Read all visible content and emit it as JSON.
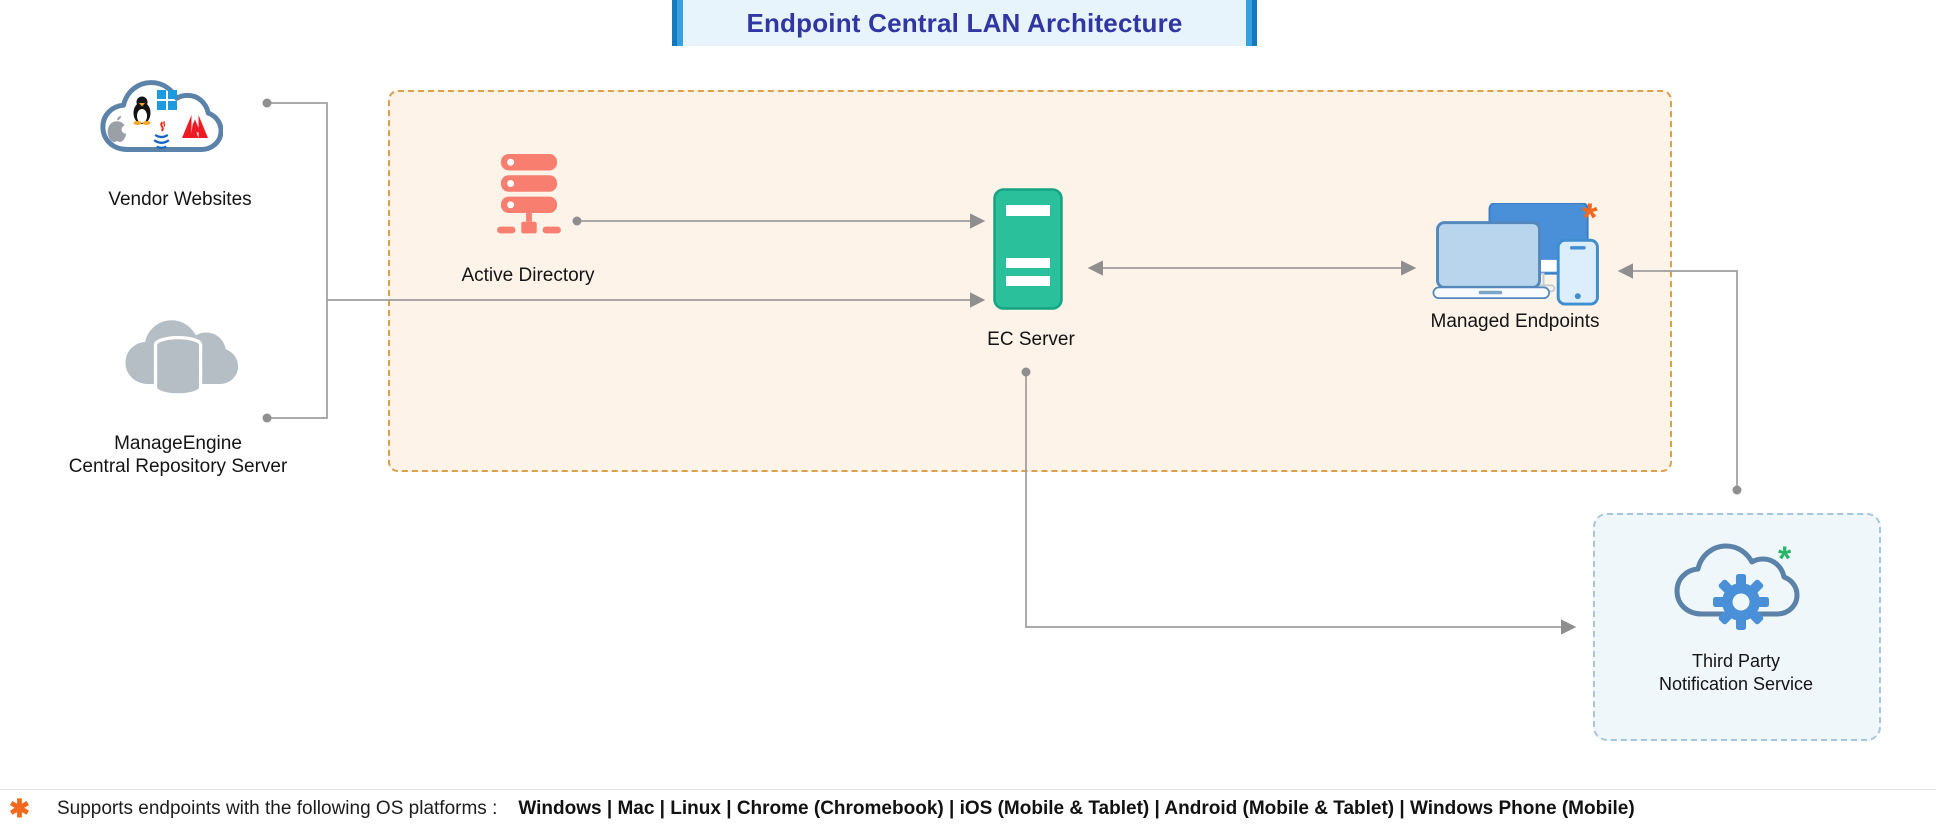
{
  "title": {
    "text": "Endpoint Central LAN Architecture"
  },
  "nodes": {
    "vendor_websites": {
      "label": "Vendor Websites",
      "logos": [
        "apple",
        "linux-tux",
        "windows",
        "java",
        "adobe"
      ]
    },
    "manage_engine_repo": {
      "label_line1": "ManageEngine",
      "label_line2": "Central Repository Server"
    },
    "active_directory": {
      "label": "Active Directory"
    },
    "ec_server": {
      "label": "EC Server"
    },
    "managed_endpoints": {
      "label": "Managed Endpoints",
      "footnote_marker": "*"
    },
    "third_party_notification": {
      "label_line1": "Third Party",
      "label_line2": "Notification Service",
      "footnote_marker": "*"
    }
  },
  "footnote": {
    "marker": "✱",
    "prefix": "Supports endpoints with the following OS platforms :",
    "platforms": [
      "Windows",
      "Mac",
      "Linux",
      "Chrome (Chromebook)",
      "iOS (Mobile & Tablet)",
      "Android (Mobile & Tablet)",
      "Windows Phone (Mobile)"
    ],
    "separator": "|"
  },
  "colors": {
    "title_text": "#3136a3",
    "title_background": "#e7f4fc",
    "title_accent_blue": "#1579bd",
    "lan_zone_fill": "#fdf3e8",
    "lan_zone_border": "#dda04b",
    "third_party_zone_fill": "#eff7fb",
    "third_party_zone_border": "#a5c6de",
    "ec_server_green": "#29c09b",
    "active_directory_salmon": "#f87f70",
    "device_blue": "#4a90d9",
    "cloud_outline_blue": "#5b82a8",
    "repository_gray": "#b5bdc5",
    "connector_gray": "#9e9e9e",
    "asterisk_orange": "#f2691d",
    "asterisk_green": "#27b567"
  }
}
